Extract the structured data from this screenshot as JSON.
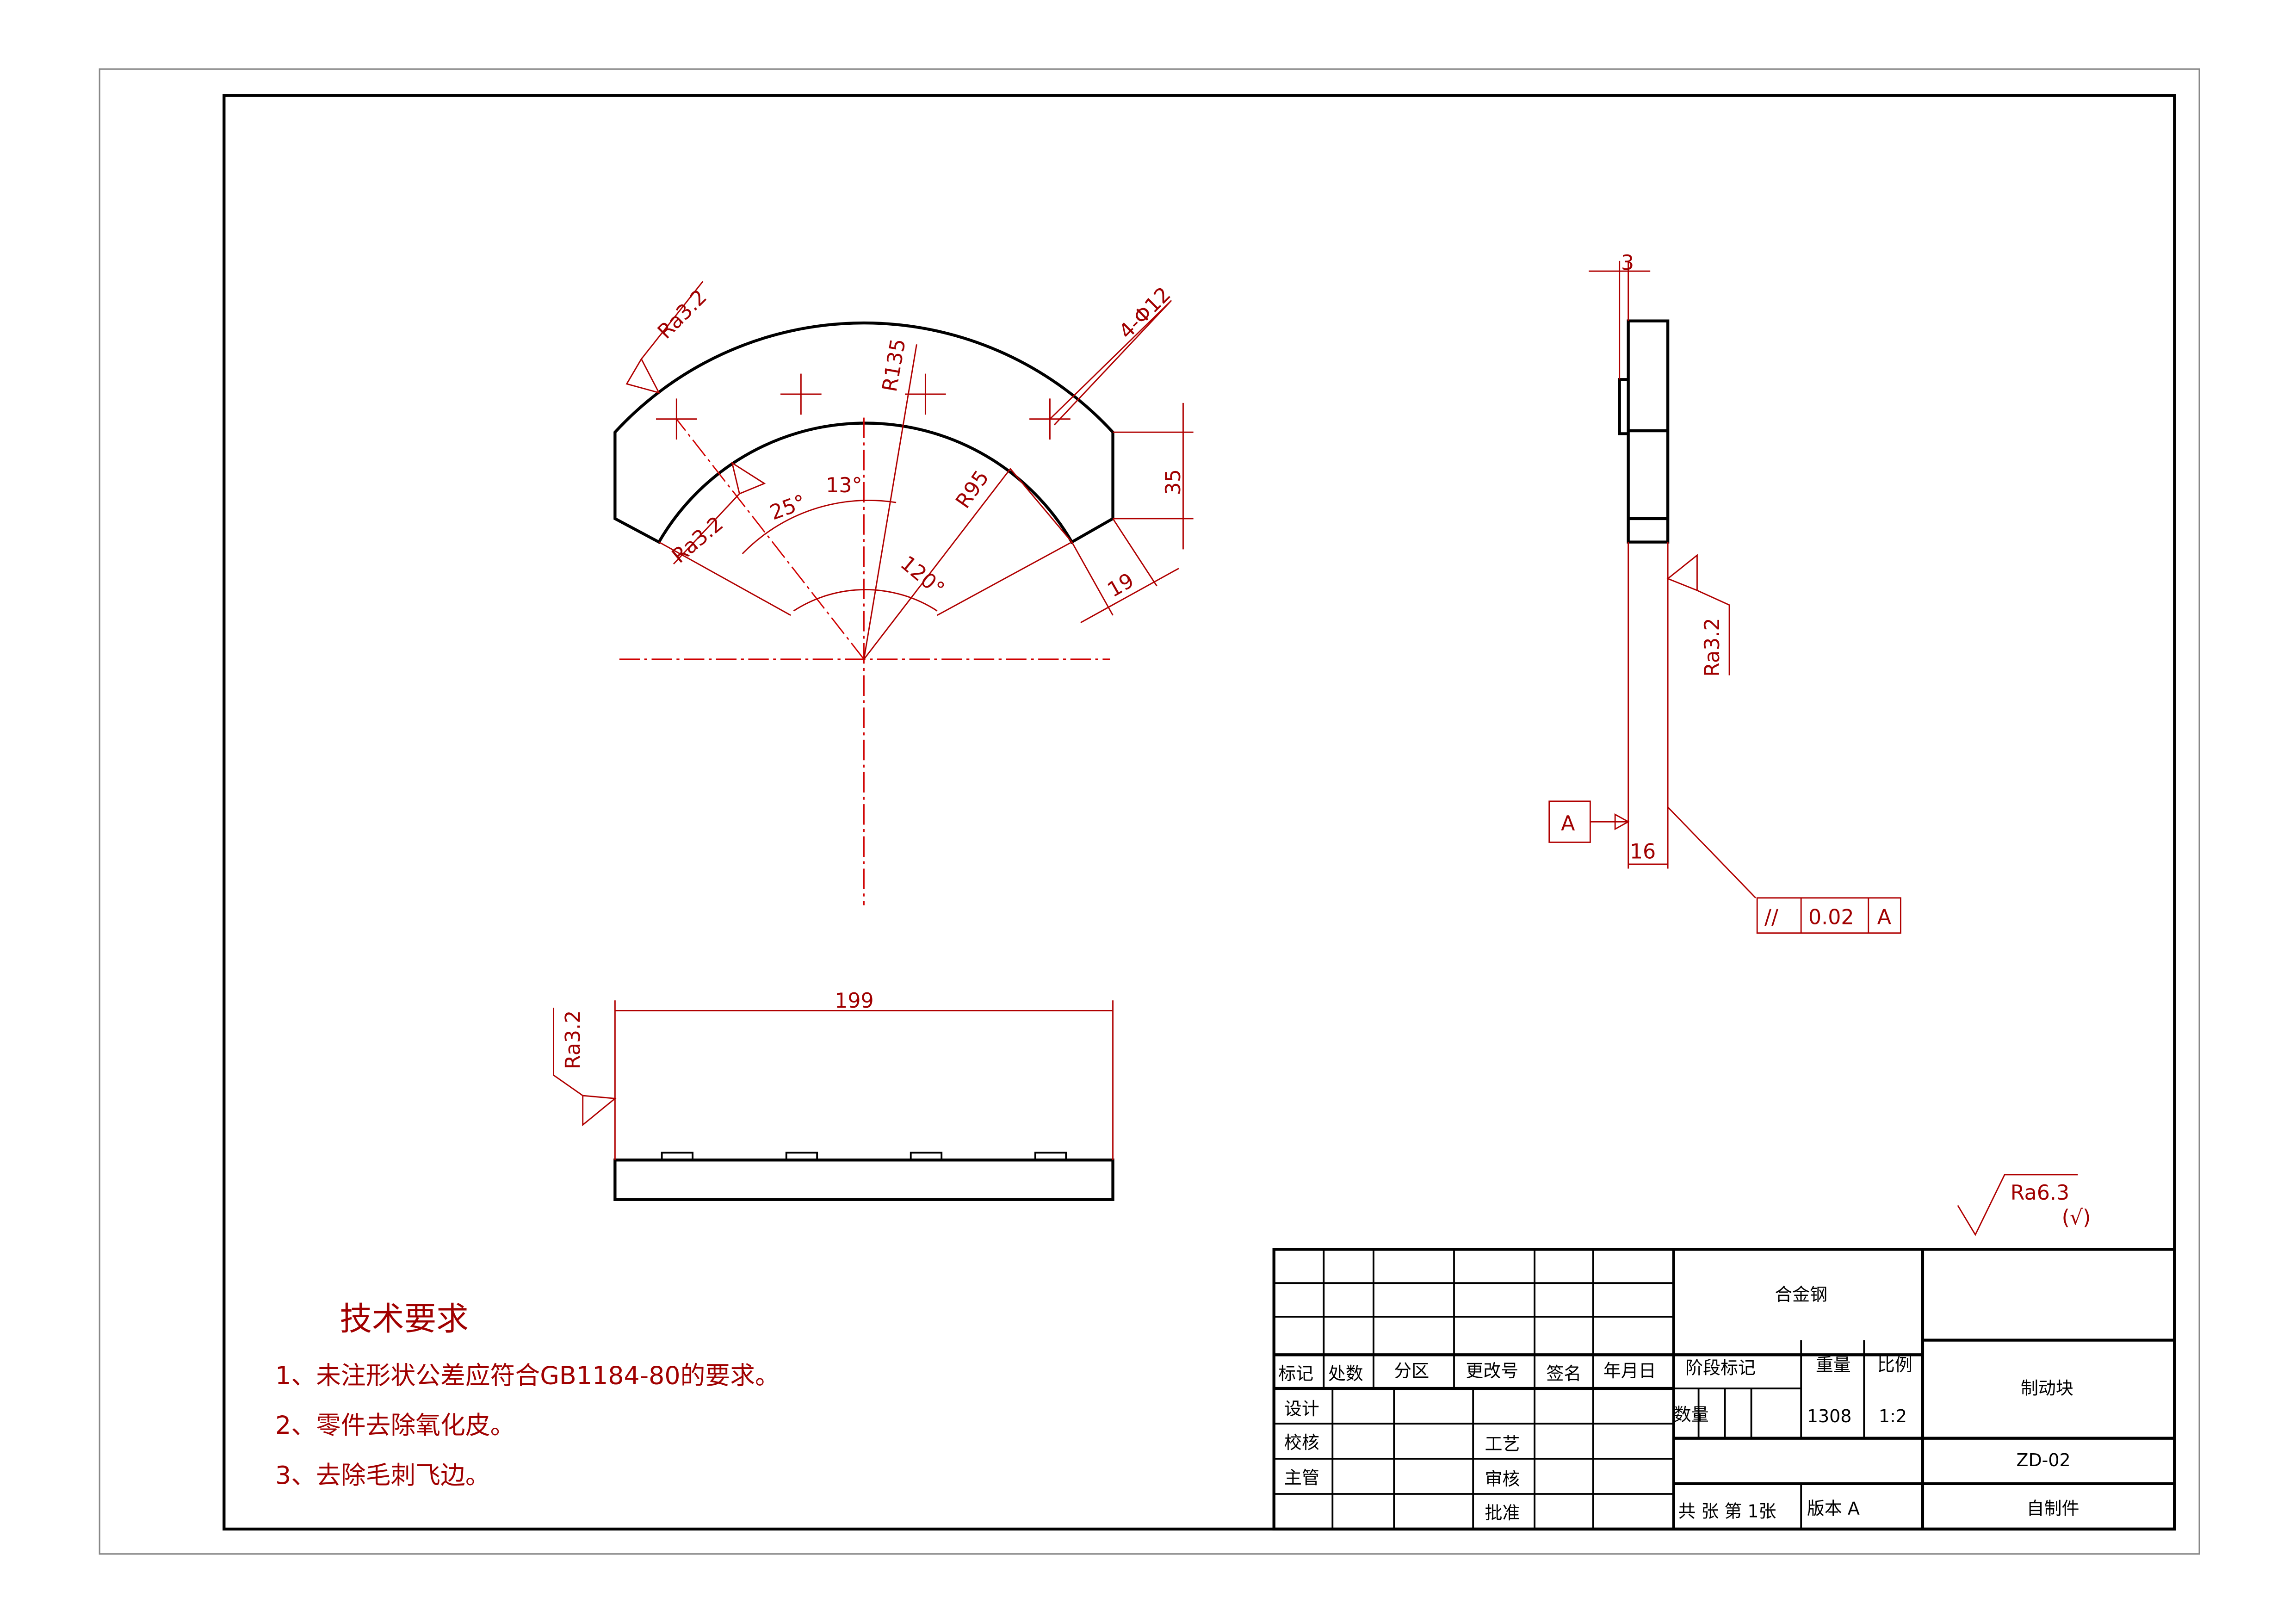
{
  "colors": {
    "line": "#000000",
    "annotation": "#a00000"
  },
  "front_view": {
    "radius_outer": "R135",
    "radius_inner": "R95",
    "holes": "4-Φ12",
    "angle_a": "25°",
    "angle_b": "13°",
    "angle_c": "120°",
    "height": "35",
    "width_19": "19",
    "ra_outer": "Ra3.2",
    "ra_inner": "Ra3.2"
  },
  "side_view": {
    "dim_top": "3",
    "dim_thickness": "16",
    "ra": "Ra3.2",
    "datum": "A",
    "tolerance": {
      "symbol": "//",
      "value": "0.02",
      "datum": "A"
    }
  },
  "bottom_view": {
    "length": "199",
    "ra": "Ra3.2"
  },
  "general_roughness": {
    "value": "Ra6.3",
    "note": "(√)"
  },
  "tech_requirements": {
    "title": "技术要求",
    "items": [
      "1、未注形状公差应符合GB1184-80的要求。",
      "2、零件去除氧化皮。",
      "3、去除毛刺飞边。"
    ]
  },
  "title_block": {
    "headers": [
      "标记",
      "处数",
      "分区",
      "更改号",
      "签名",
      "年月日"
    ],
    "roles": [
      "设计",
      "校核",
      "主管"
    ],
    "roles2": [
      "工艺",
      "审核",
      "批准"
    ],
    "material": "合金钢",
    "stage_mark": "阶段标记",
    "weight_label": "重量",
    "scale_label": "比例",
    "quantity_label": "数量",
    "weight": "1308",
    "scale": "1:2",
    "part_name": "制动块",
    "drawing_no": "ZD-02",
    "sheets": "共 张  第 1张",
    "version": "版本 A",
    "source": "自制件"
  }
}
